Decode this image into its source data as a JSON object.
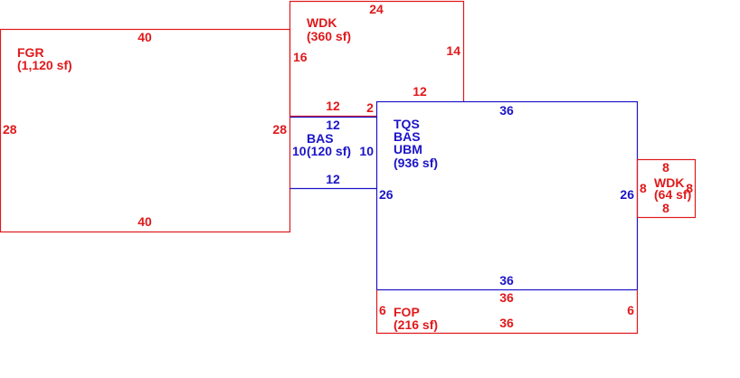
{
  "colors": {
    "red": "#e0191b",
    "blue": "#1b14c8",
    "background": "#ffffff"
  },
  "areas": {
    "fgr": {
      "code": "FGR",
      "area": "(1,120 sf)",
      "dims": {
        "top": "40",
        "bottom": "40",
        "left": "28",
        "right": "28"
      }
    },
    "wdk_top": {
      "code": "WDK",
      "area": "(360 sf)",
      "dims": {
        "top": "24",
        "left": "16",
        "right": "14",
        "bottom": "12",
        "bottom_small": "2",
        "inner_bottom": "12"
      }
    },
    "bas_small": {
      "code": "BAS",
      "area": "(120 sf)",
      "dims": {
        "top": "12",
        "bottom": "12",
        "left": "10",
        "right": "10"
      }
    },
    "main": {
      "codes": [
        "TQS",
        "BAS",
        "UBM"
      ],
      "area": "(936 sf)",
      "dims": {
        "top": "36",
        "bottom": "36",
        "left": "26",
        "right": "26"
      }
    },
    "wdk_right": {
      "code": "WDK",
      "area": "(64 sf)",
      "dims": {
        "top": "8",
        "bottom": "8",
        "left": "8",
        "right": "8"
      }
    },
    "fop": {
      "code": "FOP",
      "area": "(216 sf)",
      "dims": {
        "top": "36",
        "bottom": "36",
        "left": "6",
        "right": "6"
      }
    }
  }
}
